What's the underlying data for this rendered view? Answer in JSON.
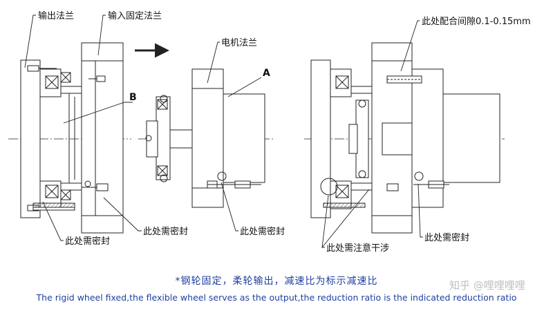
{
  "labels": {
    "output_flange": "输出法兰",
    "input_flange": "输入固定法兰",
    "motor_flange": "电机法兰",
    "gap_note": "此处配合间隙0.1-0.15mm",
    "letter_a": "A",
    "letter_b": "B",
    "seal_1": "此处需密封",
    "seal_2": "此处需密封",
    "seal_3": "此处需密封",
    "seal_4": "此处需密封",
    "interference": "此处需注意干涉"
  },
  "caption": {
    "cn": "*钢轮固定，柔轮输出，减速比为标示减速比",
    "en": "The rigid wheel fixed,the flexible wheel serves as the output,the reduction ratio is the indicated reduction ratio"
  },
  "watermark": "知乎 @哩哩哩哩",
  "colors": {
    "line": "#222222",
    "caption": "#1f3f9e"
  }
}
